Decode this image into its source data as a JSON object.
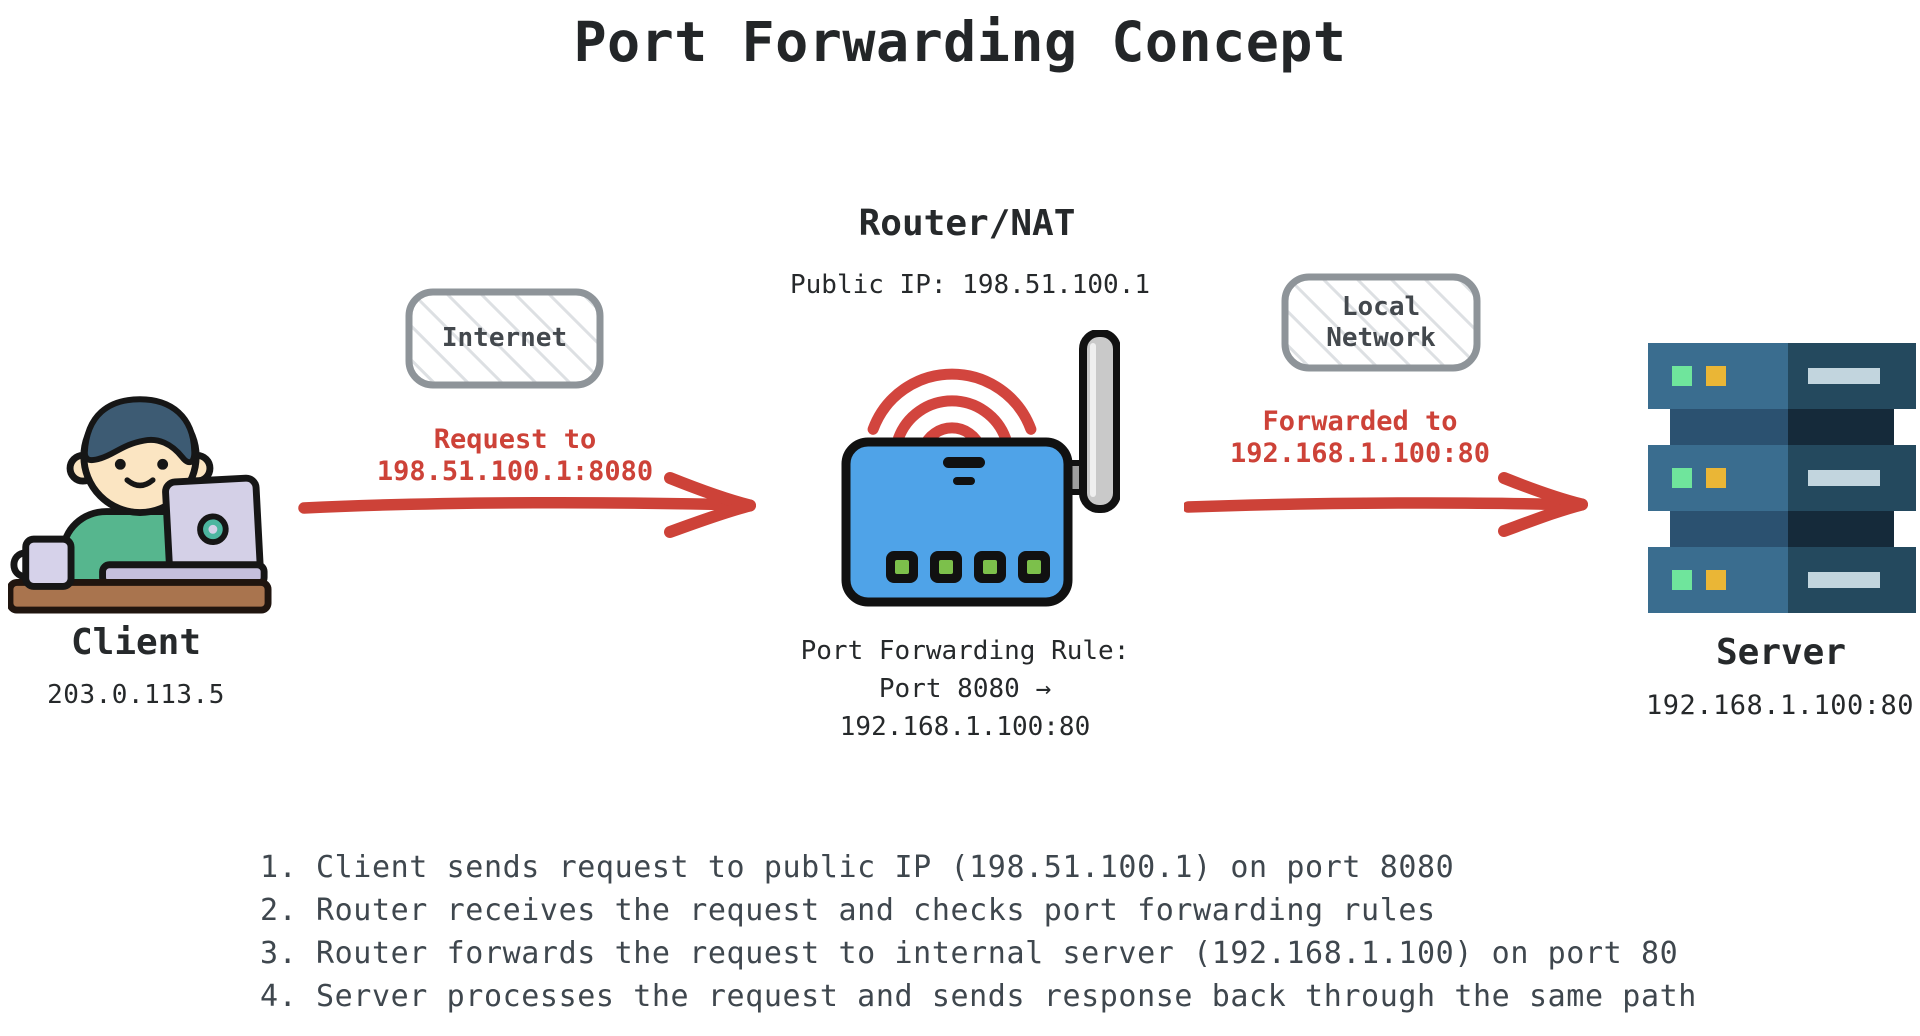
{
  "title": "Port Forwarding Concept",
  "client": {
    "label": "Client",
    "ip": "203.0.113.5"
  },
  "internet_box": {
    "label": "Internet"
  },
  "request_annotation": {
    "line1": "Request to",
    "line2": "198.51.100.1:8080"
  },
  "router": {
    "label": "Router/NAT",
    "public_ip": "Public IP: 198.51.100.1",
    "rule_line1": "Port Forwarding Rule:",
    "rule_line2": "Port 8080 →",
    "rule_line3": "192.168.1.100:80"
  },
  "local_network_box": {
    "label_line1": "Local",
    "label_line2": "Network"
  },
  "forwarded_annotation": {
    "line1": "Forwarded to",
    "line2": "192.168.1.100:80"
  },
  "server": {
    "label": "Server",
    "ip": "192.168.1.100:80"
  },
  "steps": [
    "1. Client sends request to public IP (198.51.100.1) on port 8080",
    "2. Router receives the request and checks port forwarding rules",
    "3. Router forwards the request to internal server (192.168.1.100) on port 80",
    "4. Server processes the request and sends response back through the same path"
  ],
  "colors": {
    "accent_red": "#cd4238",
    "router_blue": "#4fa3e8",
    "server_panel_light": "#3a6d8f",
    "server_panel_dark": "#24495e",
    "led_green": "#6fe59c",
    "led_yellow": "#eab636",
    "shirt_green": "#56b68e",
    "hair_navy": "#3d5b73",
    "desk_brown": "#a9744e",
    "box_border_gray": "#8e9499",
    "text_dark": "#26292b",
    "steps_text": "#3f474e"
  }
}
